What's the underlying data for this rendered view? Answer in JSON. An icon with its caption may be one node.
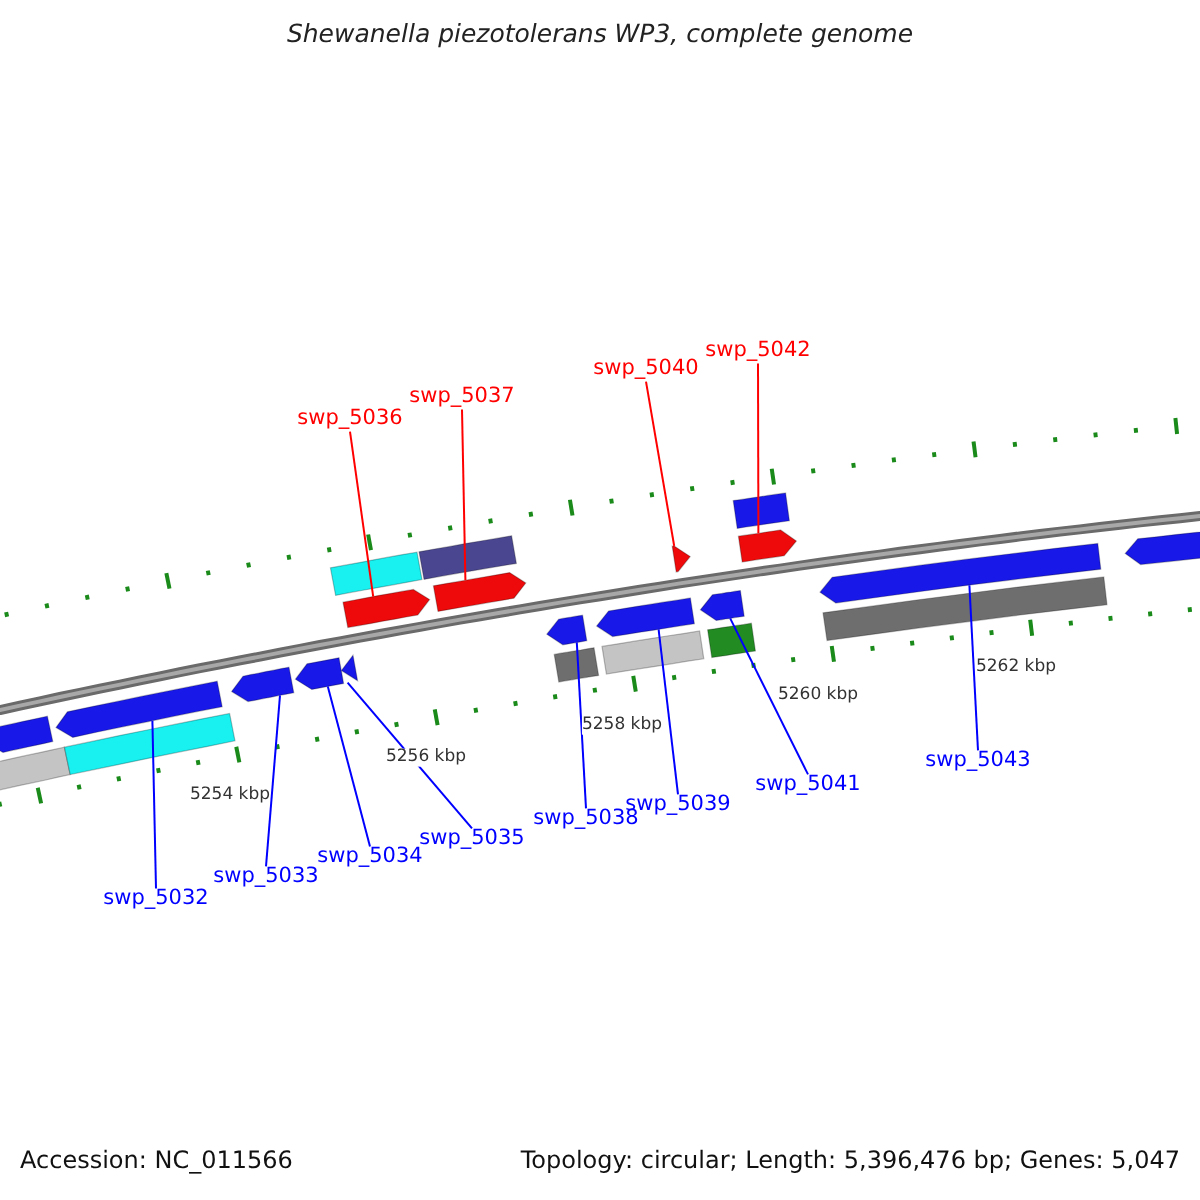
{
  "diagram": {
    "title": "Shewanella piezotolerans WP3, complete genome",
    "nodes": [
      {
        "text": [
          "swp_5032"
        ]
      },
      {
        "text": [
          "swp_5033"
        ]
      },
      {
        "text": [
          "swp_5034"
        ]
      },
      {
        "text": [
          "swp_5035"
        ]
      },
      {
        "text": [
          "swp_5036"
        ]
      },
      {
        "text": [
          "swp_5037"
        ]
      },
      {
        "text": [
          "swp_5038"
        ]
      },
      {
        "text": [
          "swp_5039"
        ]
      },
      {
        "text": [
          "swp_5040"
        ]
      },
      {
        "text": [
          "swp_5041"
        ]
      },
      {
        "text": [
          "swp_5042"
        ]
      },
      {
        "text": [
          "swp_5043"
        ]
      },
      {
        "text": [],
        "shape": "arrow"
      },
      {
        "text": [],
        "shape": "arrow"
      },
      {
        "text": [],
        "shape": "arrow"
      },
      {
        "text": [],
        "shape": "arrow"
      },
      {
        "text": [],
        "shape": "arrow"
      },
      {
        "text": [],
        "shape": "arrow"
      },
      {
        "text": [],
        "shape": "arrow"
      },
      {
        "text": [],
        "shape": "arrow"
      },
      {
        "text": [],
        "shape": "arrow"
      },
      {
        "text": [],
        "shape": "arrow"
      },
      {
        "text": [],
        "shape": "arrow"
      },
      {
        "text": [],
        "shape": "arrow"
      },
      {
        "text": [],
        "shape": "bar"
      },
      {
        "text": [],
        "shape": "bar"
      },
      {
        "text": [],
        "shape": "bar"
      },
      {
        "text": [],
        "shape": "arrow"
      },
      {
        "text": [],
        "shape": "arrow"
      },
      {
        "text": [],
        "shape": "bar"
      },
      {
        "text": [],
        "shape": "bar"
      },
      {
        "text": [],
        "shape": "bar"
      },
      {
        "text": [],
        "shape": "bar"
      },
      {
        "text": [],
        "shape": "bar"
      },
      {
        "text": [],
        "shape": "bar"
      }
    ],
    "edges": [
      {
        "from": 0,
        "to": 12,
        "arrow": "none"
      },
      {
        "from": 1,
        "to": 13,
        "arrow": "none"
      },
      {
        "from": 2,
        "to": 14,
        "arrow": "none"
      },
      {
        "from": 3,
        "to": 15,
        "arrow": "none"
      },
      {
        "from": 4,
        "to": 16,
        "arrow": "none",
        "color": "#ff0000"
      },
      {
        "from": 5,
        "to": 17,
        "arrow": "none",
        "color": "#ff0000"
      },
      {
        "from": 6,
        "to": 18,
        "arrow": "none"
      },
      {
        "from": 7,
        "to": 19,
        "arrow": "none"
      },
      {
        "from": 8,
        "to": 20,
        "arrow": "none",
        "color": "#ff0000"
      },
      {
        "from": 9,
        "to": 21,
        "arrow": "none"
      },
      {
        "from": 10,
        "to": 22,
        "arrow": "none",
        "color": "#ff0000"
      },
      {
        "from": 11,
        "to": 23,
        "arrow": "none"
      }
    ],
    "labels": [
      "5254 kbp",
      "5256 kbp",
      "5258 kbp",
      "5260 kbp",
      "5262 kbp",
      "Accession: NC_011566",
      "Topology: circular; Length: 5,396,476 bp; Genes: 5,047"
    ]
  }
}
